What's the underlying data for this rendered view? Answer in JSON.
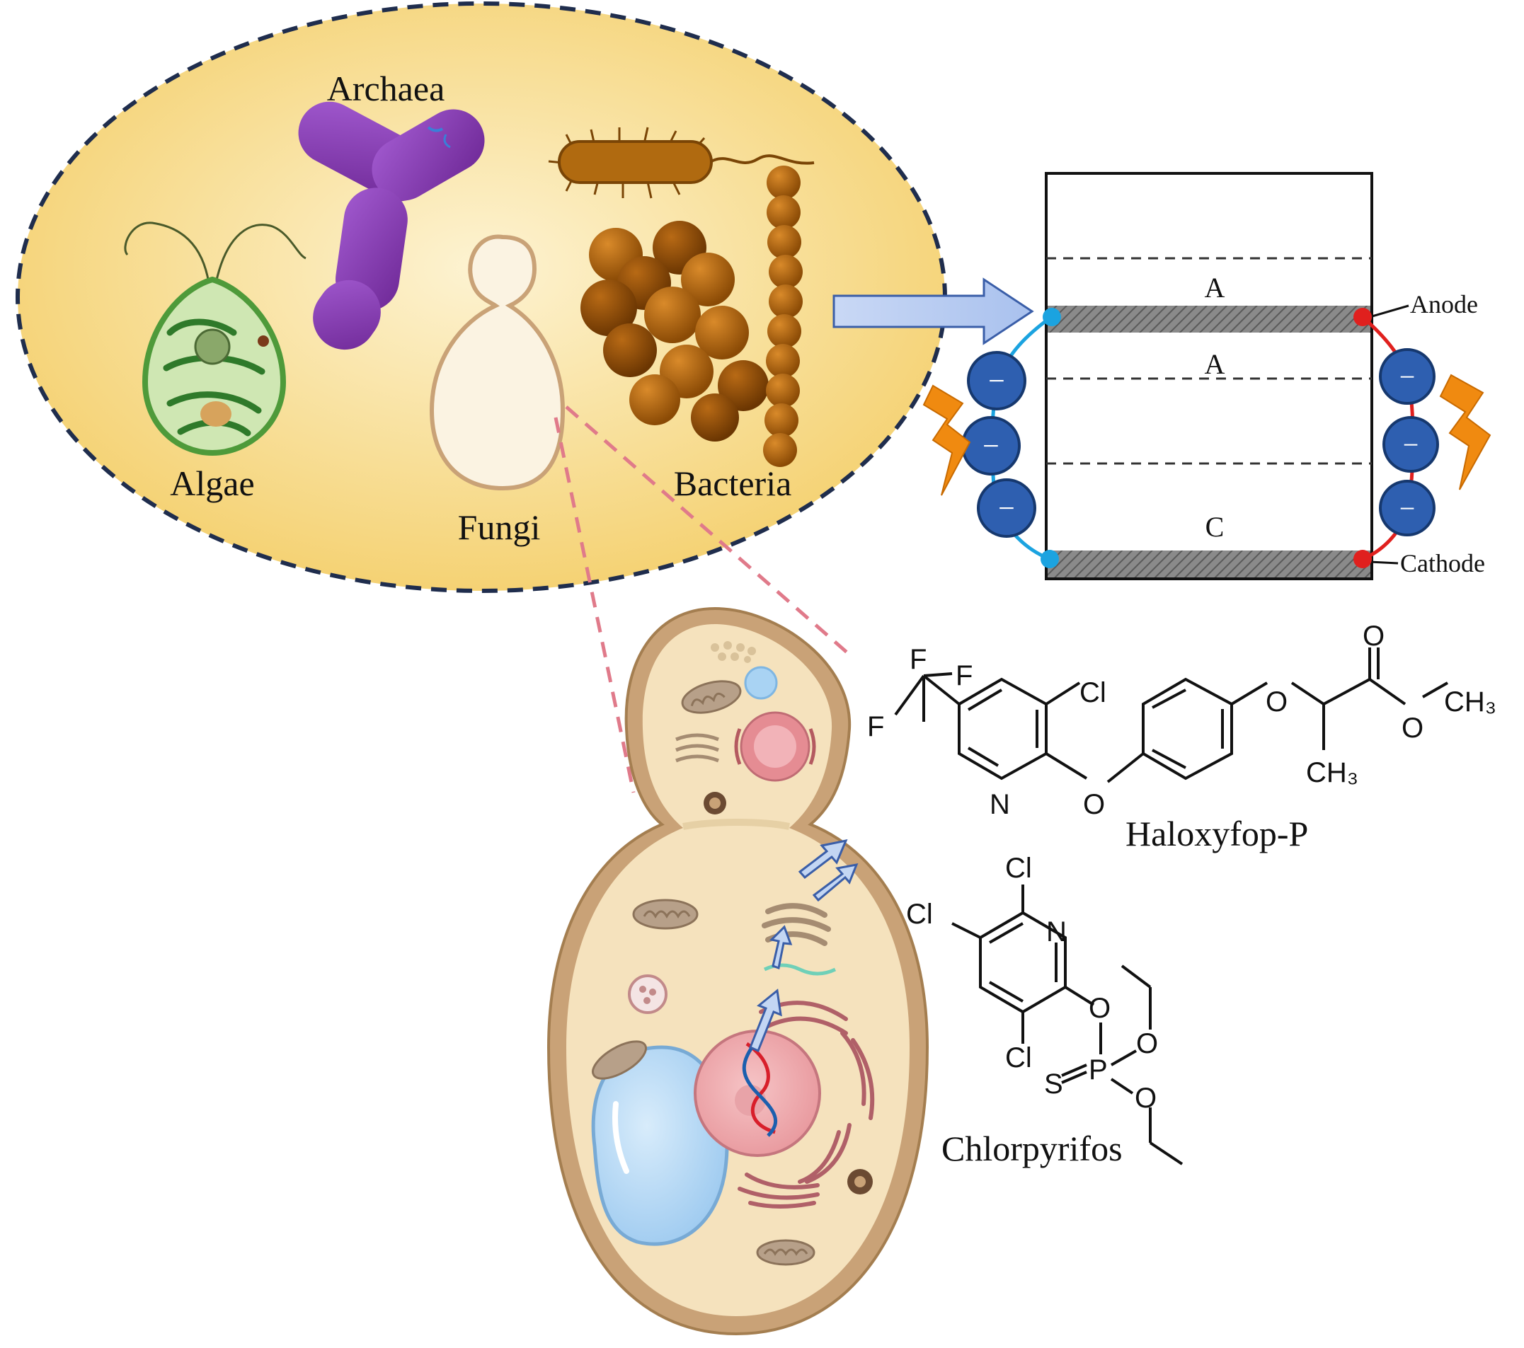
{
  "organisms": {
    "archaea": "Archaea",
    "algae": "Algae",
    "fungi": "Fungi",
    "bacteria": "Bacteria"
  },
  "mfc": {
    "layer_a1": "A",
    "layer_a2": "A",
    "layer_c": "C",
    "anode": "Anode",
    "cathode": "Cathode",
    "electron_symbol": "−"
  },
  "compounds": {
    "haloxyfop": {
      "name": "Haloxyfop-P",
      "F1": "F",
      "F2": "F",
      "F3": "F",
      "Cl": "Cl",
      "N": "N",
      "O_link": "O",
      "O_ether": "O",
      "O_carbonyl": "O",
      "O_ester": "O",
      "CH3_ester": "CH₃",
      "CH3_branch": "CH₃"
    },
    "chlorpyrifos": {
      "name": "Chlorpyrifos",
      "Cl1": "Cl",
      "Cl2": "Cl",
      "Cl3": "Cl",
      "N": "N",
      "O1": "O",
      "O2": "O",
      "O3": "O",
      "P": "P",
      "S": "S"
    }
  },
  "colors": {
    "ellipse_fill": "#f7d77f",
    "ellipse_border": "#1f2d4d",
    "algae_green": "#4e9a3a",
    "archaea_purple": "#8b3fb5",
    "bacteria_brown": "#b06a10",
    "fungi_cell": "#fbf3e2",
    "yeast_wall": "#c9a277",
    "yeast_cytoplasm": "#f5e2bd",
    "electron_blue": "#2e5fb0",
    "anode_wire": "#1ba3e0",
    "cathode_wire": "#e0201e",
    "lightning_orange": "#f08a10",
    "zoom_dash": "#e07a8a"
  }
}
